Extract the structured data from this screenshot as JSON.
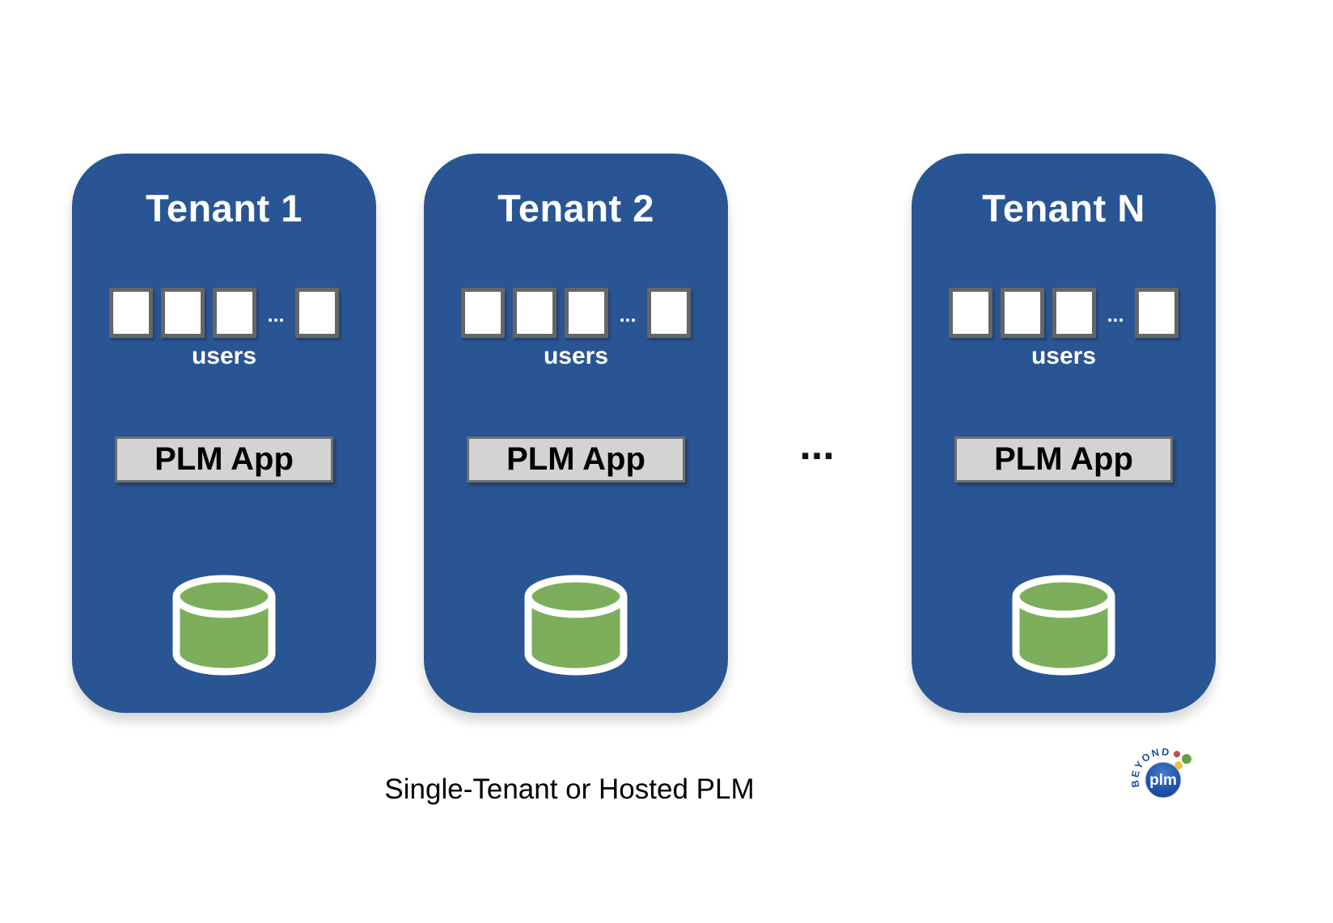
{
  "page": {
    "caption": "Single-Tenant or Hosted PLM",
    "separator_ellipsis": "..."
  },
  "tenants": [
    {
      "title": "Tenant 1",
      "users_ellipsis": "...",
      "users_label": "users",
      "app_label": "PLM App"
    },
    {
      "title": "Tenant 2",
      "users_ellipsis": "...",
      "users_label": "users",
      "app_label": "PLM App"
    },
    {
      "title": "Tenant N",
      "users_ellipsis": "...",
      "users_label": "users",
      "app_label": "PLM App"
    }
  ],
  "logo": {
    "arc_text": "BEYOND",
    "circle_text": "plm"
  },
  "colors": {
    "tenant_card_blue": "#2A5594",
    "user_square_border": "#666666",
    "user_square_fill": "#FFFFFF",
    "plm_app_fill": "#D3D3D3",
    "plm_app_border": "#6E6E6E",
    "database_green": "#7CAE5C",
    "database_outline": "#FFFFFF",
    "card_text_white": "#FFFFFF",
    "caption_text": "#000000",
    "separator_text": "#111111",
    "logo_blue": "#1D4CA4",
    "logo_dot_red": "#C05046",
    "logo_dot_yellow": "#E6C33C",
    "logo_dot_green": "#5FA244"
  }
}
